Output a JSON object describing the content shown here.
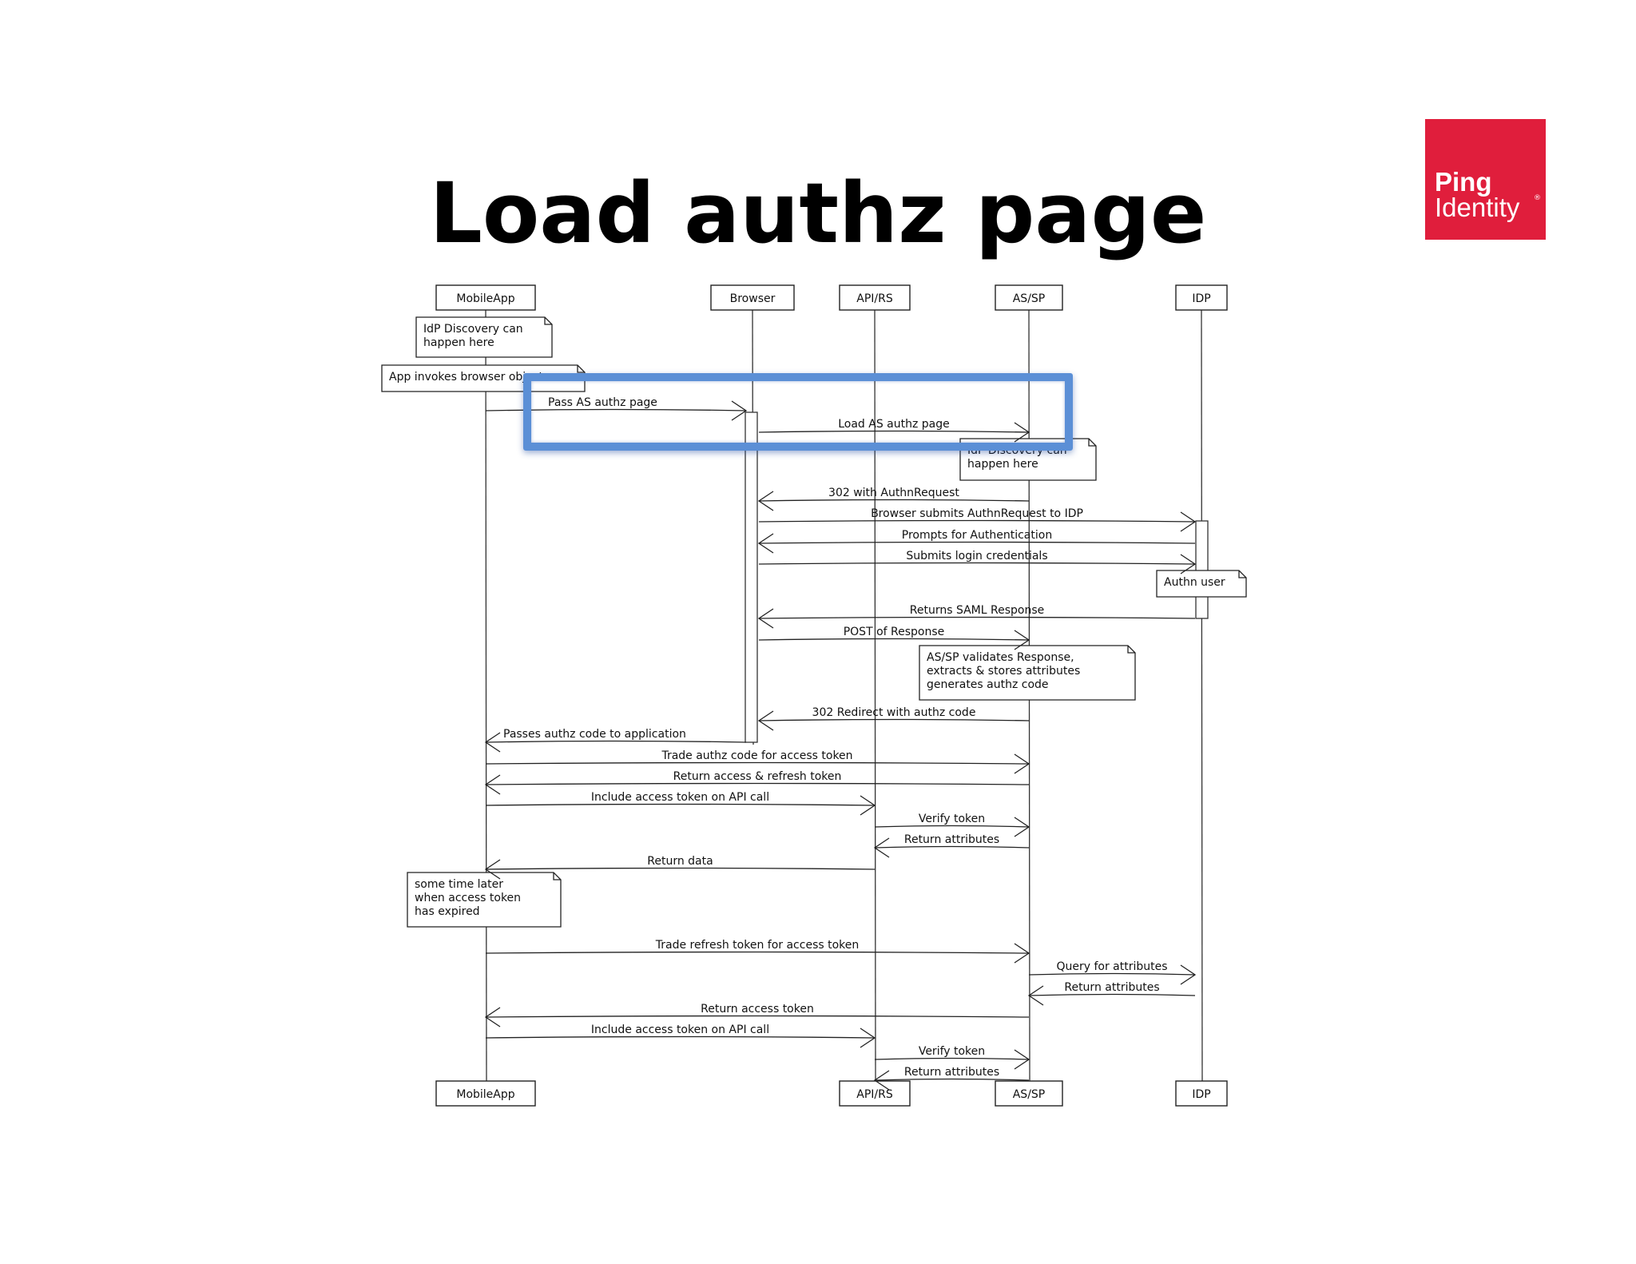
{
  "slide": {
    "title": "Load authz page",
    "logo": {
      "line1": "Ping",
      "line2": "Identity",
      "mark": "®"
    }
  },
  "diagram": {
    "participants": [
      {
        "id": "mobile",
        "label": "MobileApp"
      },
      {
        "id": "browser",
        "label": "Browser"
      },
      {
        "id": "api",
        "label": "API/RS"
      },
      {
        "id": "as",
        "label": "AS/SP"
      },
      {
        "id": "idp",
        "label": "IDP"
      }
    ],
    "notes": [
      {
        "lines": [
          "IdP Discovery can",
          "happen here"
        ]
      },
      {
        "lines": [
          "App invokes browser object"
        ]
      },
      {
        "lines": [
          "IdP Discovery can",
          "happen here"
        ]
      },
      {
        "lines": [
          "Authn user"
        ]
      },
      {
        "lines": [
          "AS/SP validates Response,",
          "extracts & stores attributes",
          "generates authz code"
        ]
      },
      {
        "lines": [
          "some time later",
          "when access token",
          "has expired"
        ]
      }
    ],
    "messages": [
      {
        "label": "Pass AS authz page",
        "from": "mobile",
        "to": "browser"
      },
      {
        "label": "Load AS authz page",
        "from": "browser",
        "to": "as"
      },
      {
        "label": "302 with AuthnRequest",
        "from": "as",
        "to": "browser"
      },
      {
        "label": "Browser submits AuthnRequest to IDP",
        "from": "browser",
        "to": "idp"
      },
      {
        "label": "Prompts for Authentication",
        "from": "idp",
        "to": "browser"
      },
      {
        "label": "Submits login credentials",
        "from": "browser",
        "to": "idp"
      },
      {
        "label": "Returns SAML Response",
        "from": "idp",
        "to": "browser"
      },
      {
        "label": "POST of Response",
        "from": "browser",
        "to": "as"
      },
      {
        "label": "302 Redirect with authz code",
        "from": "as",
        "to": "browser"
      },
      {
        "label": "Passes authz code to application",
        "from": "browser",
        "to": "mobile"
      },
      {
        "label": "Trade authz code for access token",
        "from": "mobile",
        "to": "as"
      },
      {
        "label": "Return access & refresh token",
        "from": "as",
        "to": "mobile"
      },
      {
        "label": "Include access token on API call",
        "from": "mobile",
        "to": "api"
      },
      {
        "label": "Verify token",
        "from": "api",
        "to": "as"
      },
      {
        "label": "Return attributes",
        "from": "as",
        "to": "api"
      },
      {
        "label": "Return data",
        "from": "api",
        "to": "mobile"
      },
      {
        "label": "Trade refresh token for access token",
        "from": "mobile",
        "to": "as"
      },
      {
        "label": "Query for attributes",
        "from": "as",
        "to": "idp"
      },
      {
        "label": "Return attributes",
        "from": "idp",
        "to": "as"
      },
      {
        "label": "Return access token",
        "from": "as",
        "to": "mobile"
      },
      {
        "label": "Include access token on API call",
        "from": "mobile",
        "to": "api"
      },
      {
        "label": "Verify token",
        "from": "api",
        "to": "as"
      },
      {
        "label": "Return attributes",
        "from": "as",
        "to": "api"
      }
    ]
  },
  "colors": {
    "logo": "#e01e3c",
    "highlight": "#5b8fd6"
  }
}
